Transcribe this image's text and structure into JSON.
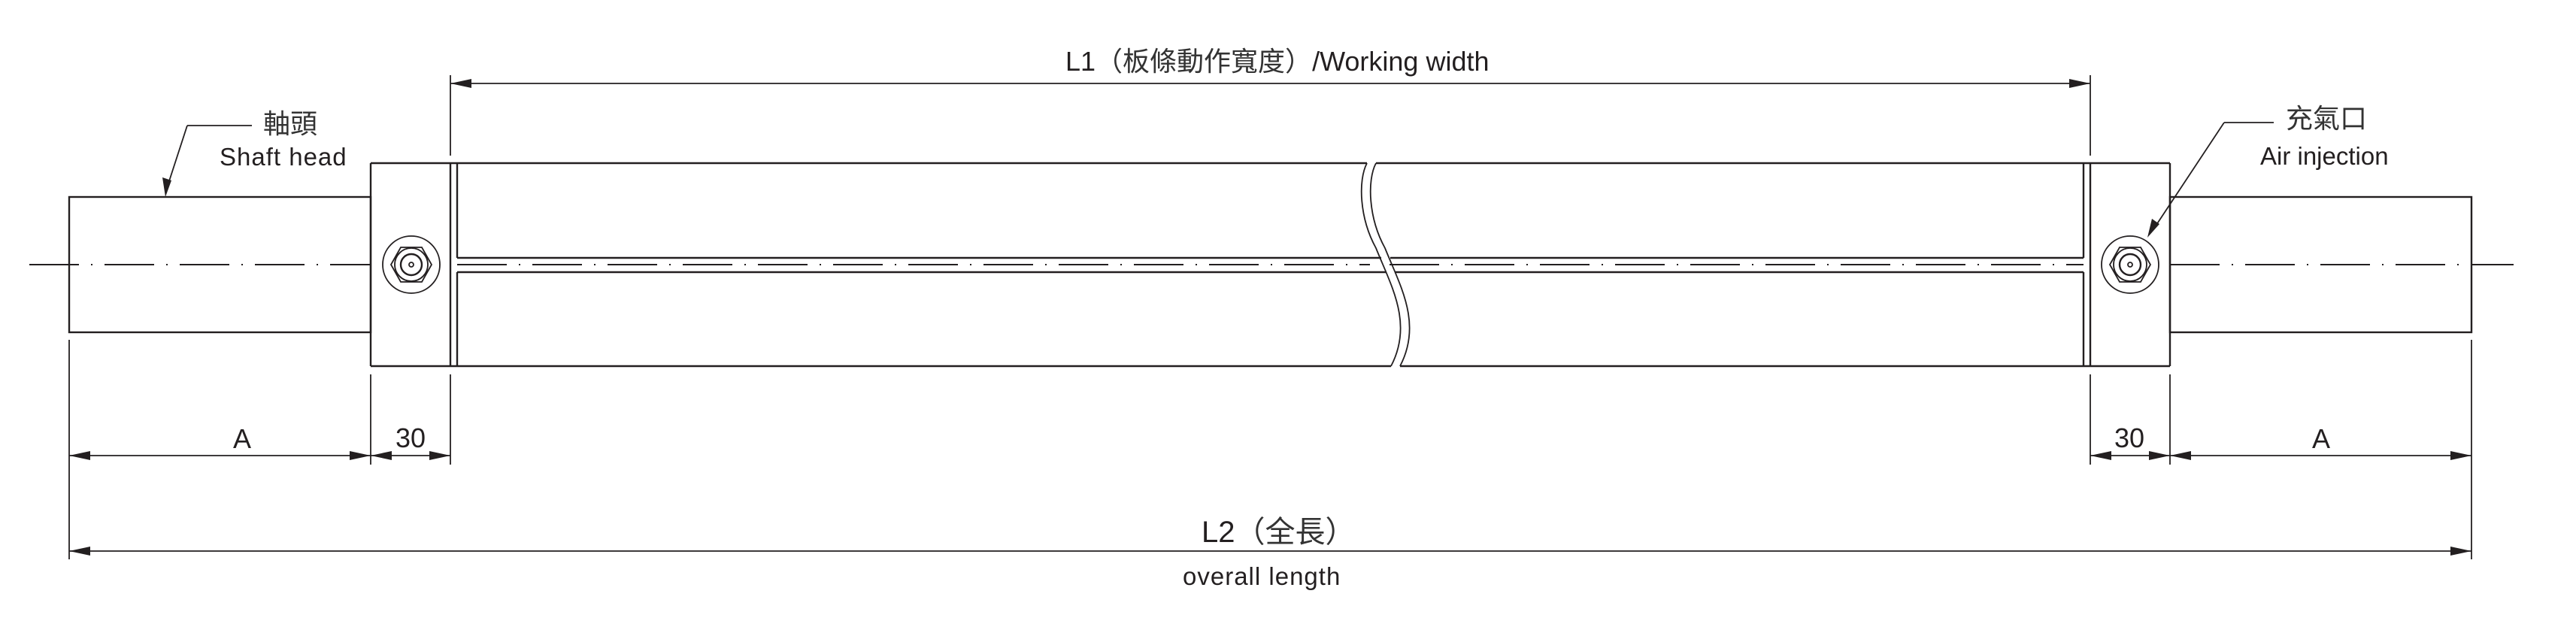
{
  "drawing": {
    "type": "engineering-drawing",
    "subject": "air shaft side view"
  },
  "labels": {
    "working_width": {
      "code": "L1",
      "zh": "（板條動作寬度）",
      "en": "/Working width"
    },
    "shaft_head": {
      "zh": "軸頭",
      "en": "Shaft head"
    },
    "air_injection": {
      "zh": "充氣口",
      "en": "Air injection"
    },
    "overall_length": {
      "code": "L2",
      "zh": "（全長）",
      "en": "overall length"
    }
  },
  "dimensions": {
    "left_shaft": "A",
    "left_block": "30",
    "right_block": "30",
    "right_shaft": "A"
  },
  "colors": {
    "line": "#231f20",
    "background": "#ffffff"
  }
}
